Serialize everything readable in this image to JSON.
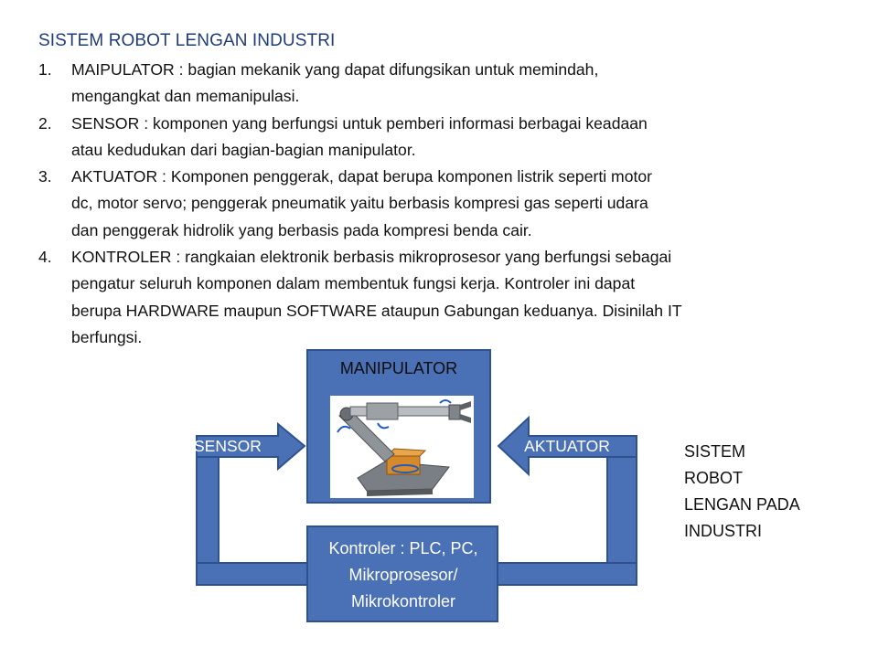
{
  "title": "SISTEM ROBOT LENGAN INDUSTRI",
  "definitions": [
    {
      "num": "1.",
      "lines": [
        "MAIPULATOR : bagian mekanik yang dapat difungsikan untuk memindah,",
        "mengangkat dan memanipulasi."
      ]
    },
    {
      "num": "2.",
      "lines": [
        "SENSOR : komponen yang berfungsi untuk pemberi informasi berbagai keadaan",
        "atau kedudukan dari bagian-bagian manipulator."
      ]
    },
    {
      "num": "3.",
      "lines": [
        "AKTUATOR : Komponen penggerak, dapat berupa komponen listrik seperti motor",
        "dc, motor servo; penggerak pneumatik  yaitu berbasis kompresi gas seperti udara",
        "dan penggerak hidrolik yang berbasis pada kompresi benda cair."
      ]
    },
    {
      "num": "4.",
      "lines": [
        "KONTROLER : rangkaian elektronik berbasis mikroprosesor yang berfungsi sebagai",
        "pengatur seluruh komponen  dalam membentuk fungsi kerja. Kontroler ini dapat",
        "berupa HARDWARE maupun SOFTWARE ataupun Gabungan keduanya. Disinilah IT",
        "berfungsi."
      ]
    }
  ],
  "diagram": {
    "manipulator": "MANIPULATOR",
    "sensor": "SENSOR",
    "aktuator": "AKTUATOR",
    "kontroler": [
      "Kontroler : PLC, PC,",
      "Mikroprosesor/",
      "Mikrokontroler"
    ]
  },
  "side_note": [
    "SISTEM",
    "ROBOT",
    "LENGAN PADA",
    "INDUSTRI"
  ],
  "colors": {
    "box_fill": "#4a70b5",
    "box_stroke": "#2f528f",
    "title": "#1f3c78"
  }
}
